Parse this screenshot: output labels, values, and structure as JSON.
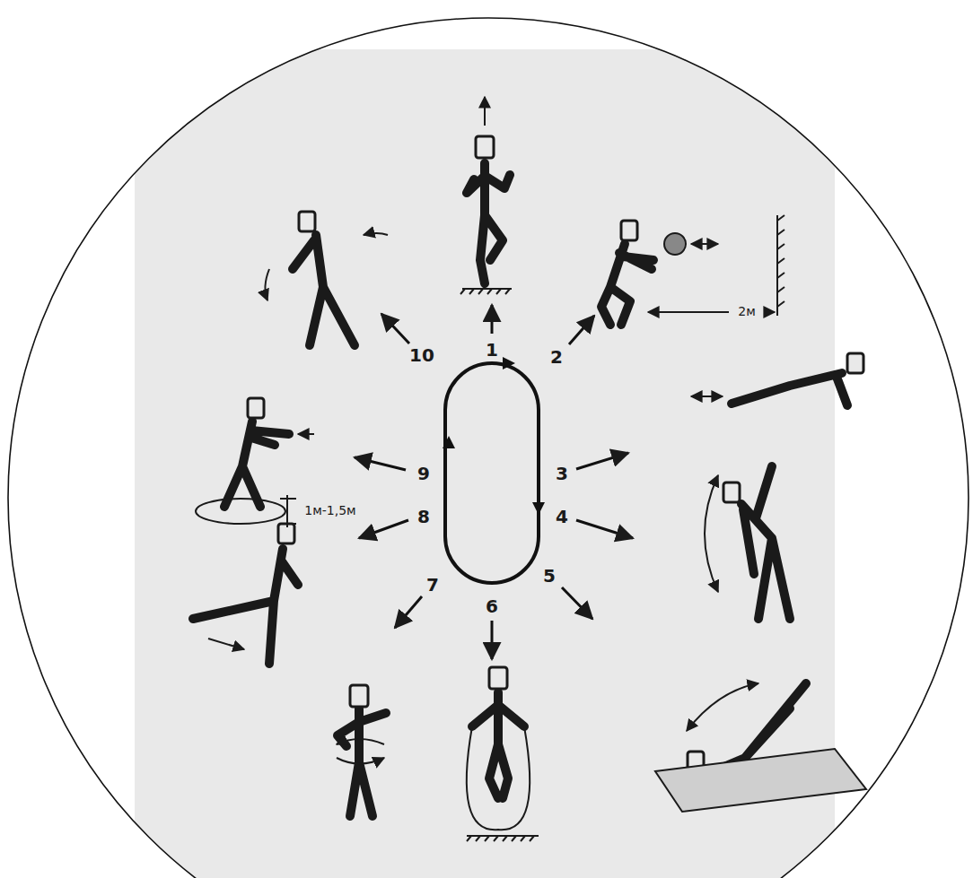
{
  "diagram": {
    "labels": [
      "1",
      "2",
      "3",
      "4",
      "5",
      "6",
      "7",
      "8",
      "9",
      "10",
      "2м",
      "1м-1,5м"
    ]
  }
}
